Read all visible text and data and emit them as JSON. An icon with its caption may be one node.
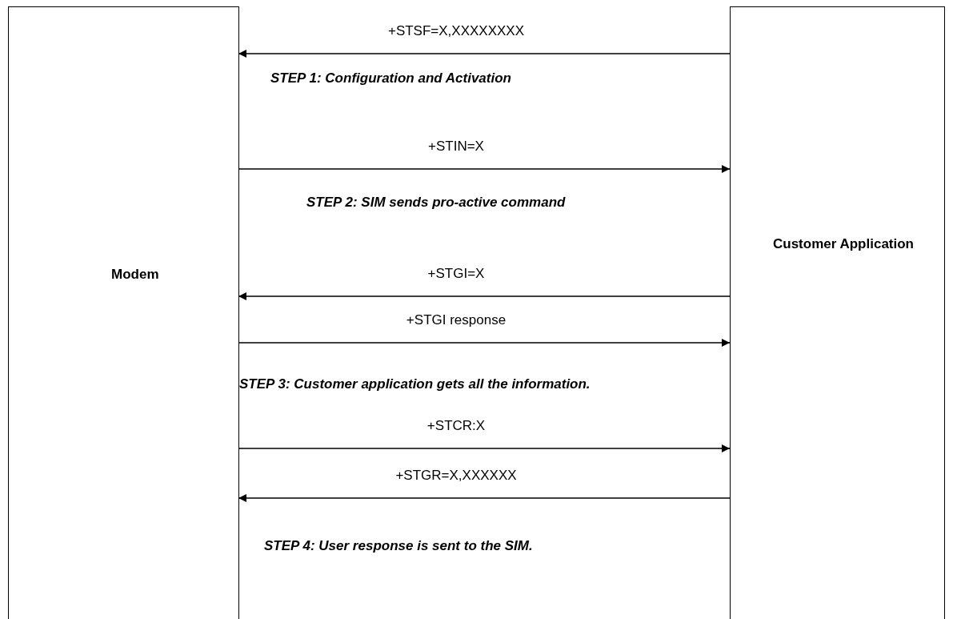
{
  "diagram": {
    "nodes": [
      {
        "text": [
          "Modem"
        ]
      },
      {
        "text": [
          "Customer Application"
        ]
      }
    ],
    "edges": [
      {
        "from": 1,
        "to": 0,
        "arrow": "to",
        "label": "+STSF=X,XXXXXXXX"
      },
      {
        "from": 0,
        "to": 1,
        "arrow": "to",
        "label": "+STIN=X"
      },
      {
        "from": 1,
        "to": 0,
        "arrow": "to",
        "label": "+STGI=X"
      },
      {
        "from": 0,
        "to": 1,
        "arrow": "to",
        "label": "+STGI response"
      },
      {
        "from": 0,
        "to": 1,
        "arrow": "to",
        "label": "+STCR:X"
      },
      {
        "from": 1,
        "to": 0,
        "arrow": "to",
        "label": "+STGR=X,XXXXXX"
      }
    ],
    "labels": [
      "STEP 1: Configuration and Activation",
      "STEP 2: SIM sends pro-active command",
      "STEP 3: Customer application gets all the information.",
      "STEP 4: User response is sent to the SIM."
    ]
  }
}
